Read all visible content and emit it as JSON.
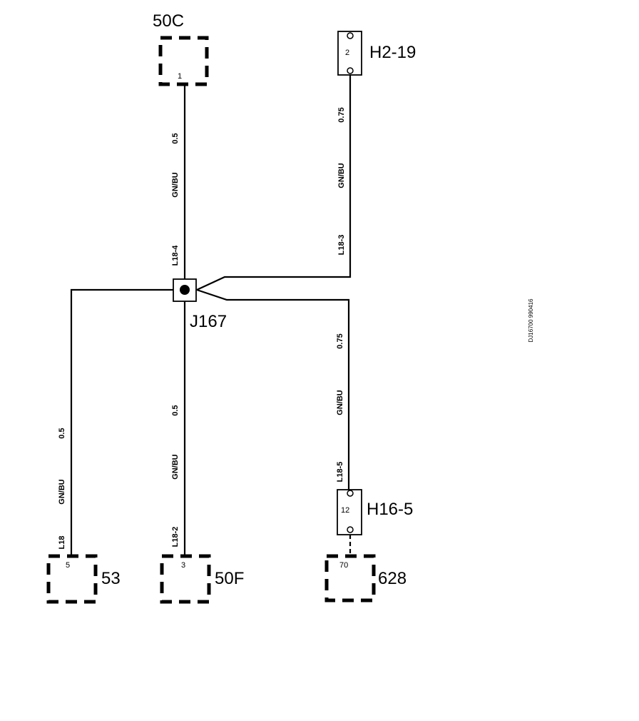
{
  "components": {
    "c50c": {
      "label": "50C",
      "pin": "1"
    },
    "h219": {
      "label": "H2-19",
      "pin": "2"
    },
    "j167": {
      "label": "J167"
    },
    "c53": {
      "label": "53",
      "pin": "5"
    },
    "c50f": {
      "label": "50F",
      "pin": "3"
    },
    "h165": {
      "label": "H16-5",
      "pin": "12"
    },
    "c628": {
      "label": "628",
      "pin": "70"
    }
  },
  "wires": {
    "top_left": {
      "size": "0.5",
      "color": "GN/BU",
      "circuit": "L18-4"
    },
    "top_right": {
      "size": "0.75",
      "color": "GN/BU",
      "circuit": "L18-3"
    },
    "left": {
      "size": "0.5",
      "color": "GN/BU",
      "circuit": "L18"
    },
    "middle": {
      "size": "0.5",
      "color": "GN/BU",
      "circuit": "L18-2"
    },
    "right": {
      "size": "0.75",
      "color": "GN/BU",
      "circuit": "L18-5"
    }
  },
  "reference": "DJ16700 990416"
}
